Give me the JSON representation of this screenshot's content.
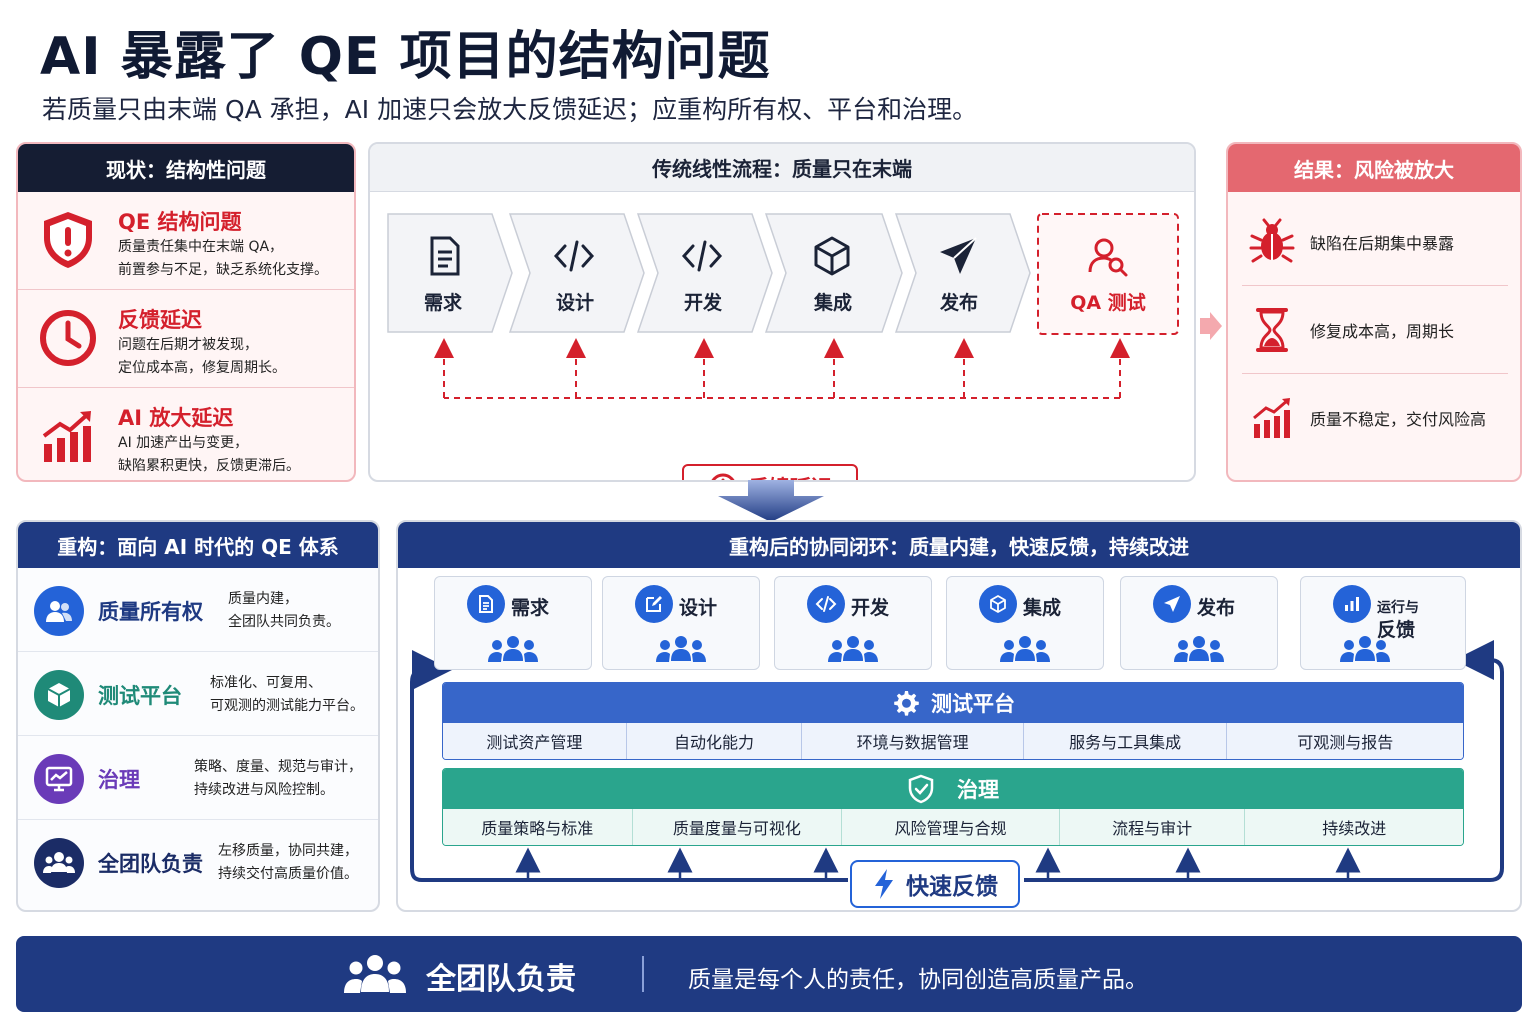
{
  "header": {
    "title": "AI 暴露了 QE 项目的结构问题",
    "subtitle": "若质量只由末端 QA 承担，AI 加速只会放大反馈延迟；应重构所有权、平台和治理。"
  },
  "status_panel": {
    "heading": "现状：结构性问题",
    "items": [
      {
        "icon": "shield-alert-icon",
        "title": "QE 结构问题",
        "line1": "质量责任集中在末端 QA，",
        "line2": "前置参与不足，缺乏系统化支撑。"
      },
      {
        "icon": "clock-icon",
        "title": "反馈延迟",
        "line1": "问题在后期才被发现，",
        "line2": "定位成本高，修复周期长。"
      },
      {
        "icon": "bar-chart-up-icon",
        "title": "AI 放大延迟",
        "line1": "AI 加速产出与变更，",
        "line2": "缺陷累积更快，反馈更滞后。"
      }
    ]
  },
  "linear_flow": {
    "heading": "传统线性流程：质量只在末端",
    "steps": [
      {
        "icon": "document-icon",
        "label": "需求"
      },
      {
        "icon": "code-icon",
        "label": "设计"
      },
      {
        "icon": "code-icon",
        "label": "开发"
      },
      {
        "icon": "cube-icon",
        "label": "集成"
      },
      {
        "icon": "send-icon",
        "label": "发布"
      },
      {
        "icon": "user-search-icon",
        "label": "QA 测试"
      }
    ],
    "feedback_label": "反馈延迟"
  },
  "result_panel": {
    "heading": "结果：风险被放大",
    "items": [
      {
        "icon": "bug-icon",
        "text": "缺陷在后期集中暴露"
      },
      {
        "icon": "hourglass-icon",
        "text": "修复成本高，周期长"
      },
      {
        "icon": "bar-chart-up-icon",
        "text": "质量不稳定，交付风险高"
      }
    ]
  },
  "rebuild_panel": {
    "heading": "重构：面向 AI 时代的 QE 体系",
    "pillars": [
      {
        "icon": "users-icon",
        "name": "质量所有权",
        "line1": "质量内建，",
        "line2": "全团队共同负责。",
        "color": "#2463d8"
      },
      {
        "icon": "box-icon",
        "name": "测试平台",
        "line1": "标准化、可复用、",
        "line2": "可观测的测试能力平台。",
        "color": "#1f8a78"
      },
      {
        "icon": "monitor-chart-icon",
        "name": "治理",
        "line1": "策略、度量、规范与审计，",
        "line2": "持续改进与风险控制。",
        "color": "#6a3bb8"
      },
      {
        "icon": "team-icon",
        "name": "全团队负责",
        "line1": "左移质量，协同共建，",
        "line2": "持续交付高质量价值。",
        "color": "#1b2c66"
      }
    ]
  },
  "loop_panel": {
    "heading": "重构后的协同闭环：质量内建，快速反馈，持续改进",
    "stages": [
      {
        "icon": "document-icon",
        "label": "需求"
      },
      {
        "icon": "edit-icon",
        "label": "设计"
      },
      {
        "icon": "code-icon",
        "label": "开发"
      },
      {
        "icon": "cube-icon",
        "label": "集成"
      },
      {
        "icon": "send-icon",
        "label": "发布"
      },
      {
        "icon": "bar-chart-icon",
        "label_line1": "运行与",
        "label_line2": "反馈"
      }
    ],
    "platform": {
      "icon": "gear-icon",
      "title": "测试平台",
      "cells": [
        "测试资产管理",
        "自动化能力",
        "环境与数据管理",
        "服务与工具集成",
        "可观测与报告"
      ]
    },
    "governance": {
      "icon": "shield-check-icon",
      "title": "治理",
      "cells": [
        "质量策略与标准",
        "质量度量与可视化",
        "风险管理与合规",
        "流程与审计",
        "持续改进"
      ]
    },
    "fast_feedback_label": "快速反馈"
  },
  "footer": {
    "icon": "team-icon",
    "title": "全团队负责",
    "description": "质量是每个人的责任，协同创造高质量产品。"
  },
  "colors": {
    "navy": "#1f3a82",
    "dark": "#151d33",
    "red": "#d4202c",
    "pink": "#e46870",
    "blue": "#2463d8",
    "green": "#2aa58d",
    "purple": "#6a3bb8"
  }
}
